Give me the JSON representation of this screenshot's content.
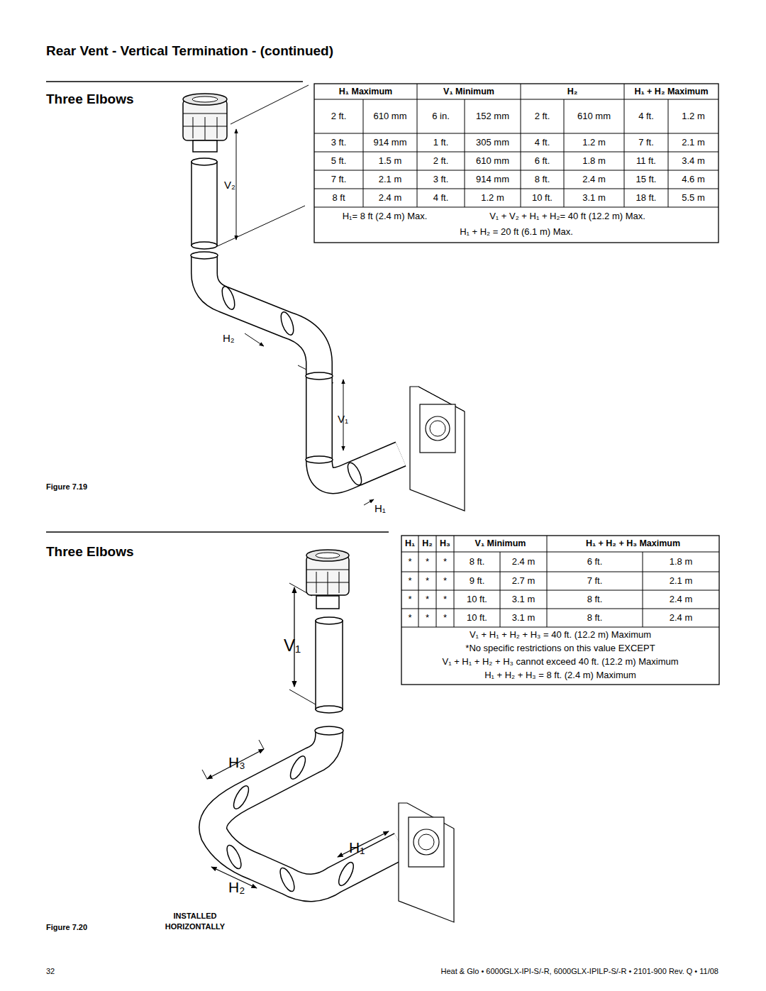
{
  "diagram": {
    "title": "Rear Vent - Vertical Termination - (continued)",
    "labels": [
      "Three Elbows",
      "H₁ Maximum",
      "V₁ Minimum",
      "H₂",
      "H₁ + H₂ Maximum",
      "2 ft.",
      "610 mm",
      "6 in.",
      "152 mm",
      "2 ft.",
      "610 mm",
      "4 ft.",
      "1.2 m",
      "3 ft.",
      "914 mm",
      "1 ft.",
      "305 mm",
      "4 ft.",
      "1.2 m",
      "7 ft.",
      "2.1 m",
      "5 ft.",
      "1.5 m",
      "2 ft.",
      "610 mm",
      "6 ft.",
      "1.8 m",
      "11 ft.",
      "3.4 m",
      "7 ft.",
      "2.1 m",
      "3 ft.",
      "914 mm",
      "8 ft.",
      "2.4 m",
      "15 ft.",
      "4.6 m",
      "8 ft",
      "2.4 m",
      "4 ft.",
      "1.2 m",
      "10 ft.",
      "3.1 m",
      "18 ft.",
      "5.5 m",
      "H₁= 8 ft (2.4 m) Max.",
      "V₁ + V₂ + H₁ + H₂= 40 ft (12.2 m) Max.",
      "H₁ + H₂ = 20 ft (6.1 m) Max.",
      "V₂",
      "H₂",
      "V₁",
      "H₁",
      "Figure 7.19",
      "Three Elbows",
      "H₁",
      "H₂",
      "H₃",
      "V₁ Minimum",
      "H₁ + H₂ + H₃ Maximum",
      "*",
      "*",
      "*",
      "8 ft.",
      "2.4 m",
      "6 ft.",
      "1.8 m",
      "*",
      "*",
      "*",
      "9 ft.",
      "2.7 m",
      "7 ft.",
      "2.1 m",
      "*",
      "*",
      "*",
      "10 ft.",
      "3.1 m",
      "8 ft.",
      "2.4 m",
      "*",
      "*",
      "*",
      "10 ft.",
      "3.1 m",
      "8 ft.",
      "2.4 m",
      "V₁ + H₁ + H₂ + H₃ = 40 ft. (12.2 m) Maximum",
      "*No specific restrictions on this value EXCEPT",
      "V₁ + H₁ + H₂ + H₃ cannot exceed 40 ft. (12.2 m) Maximum",
      "H₁ + H₂ + H₃ = 8 ft. (2.4 m) Maximum",
      "V₁",
      "H₃",
      "H₁",
      "H₂",
      "INSTALLED",
      "HORIZONTALLY",
      "Figure 7.20",
      "32",
      "Heat & Glo • 6000GLX-IPI-S/-R, 6000GLX-IPILP-S/-R • 2101-900 Rev. Q • 11/08"
    ]
  }
}
